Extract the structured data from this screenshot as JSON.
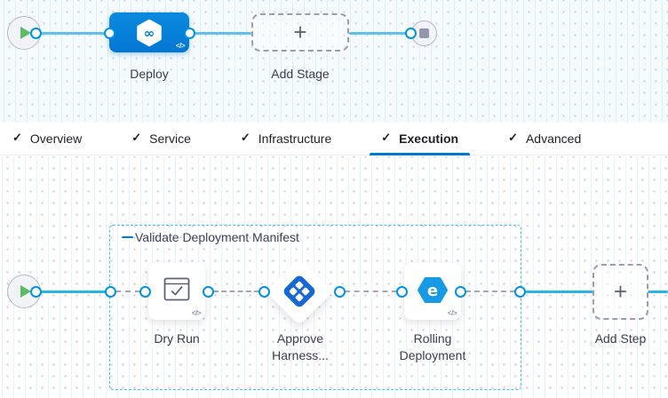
{
  "icons": {
    "check": "✓",
    "plus": "+",
    "code_toggle": "</>",
    "harness_cd_glyph": "∞",
    "rolling_glyph": "e"
  },
  "stage_graph": {
    "deploy_stage_label": "Deploy",
    "add_stage_label": "Add Stage"
  },
  "tabs": {
    "items": [
      {
        "label": "Overview",
        "checked": true
      },
      {
        "label": "Service",
        "checked": true
      },
      {
        "label": "Infrastructure",
        "checked": true
      },
      {
        "label": "Execution",
        "checked": true,
        "active": true
      },
      {
        "label": "Advanced",
        "checked": true
      }
    ]
  },
  "execution_graph": {
    "step_group_label": "Validate Deployment Manifest",
    "steps": [
      {
        "label": "Dry Run"
      },
      {
        "label": "Approve Harness..."
      },
      {
        "label": "Rolling Deployment"
      }
    ],
    "add_step_label": "Add Step"
  },
  "colors": {
    "accent_blue": "#0278d5",
    "port_blue": "#0092e4",
    "wire_cyan": "#27b4f2",
    "wire_light_blue": "#5fc0ee",
    "group_border_cyan": "#3cc3f1",
    "approve_icon_blue": "#1867d2",
    "rolling_icon_blue": "#169ae6",
    "play_green": "#5dbb63"
  }
}
